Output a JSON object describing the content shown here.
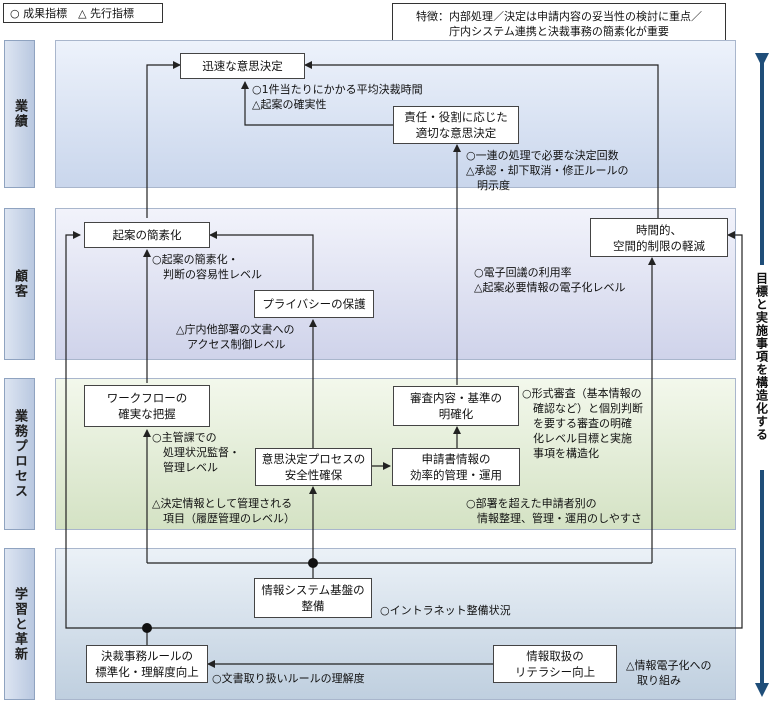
{
  "legend": "○ 成果指標　△ 先行指標",
  "feature": {
    "line1": "特徴：内部処理／決定は申請内容の妥当性の検討に重点／",
    "line2": "庁内システム連携と決裁事務の簡素化が重要"
  },
  "perspectives": [
    "業績",
    "顧客",
    "業務プロセス",
    "学習と革新"
  ],
  "side_label": "目標と実施事項を構造化する",
  "nodes": {
    "rapid_decision": "迅速な意思決定",
    "responsible_decision": "責任・役割に応じた\n適切な意思決定",
    "simplify_drafting": "起案の簡素化",
    "time_space": "時間的、\n空間的制限の軽減",
    "privacy": "プライバシーの保護",
    "workflow": "ワークフローの\n確実な把握",
    "review_clarify": "審査内容・基準の\n明確化",
    "decision_process": "意思決定プロセスの\n安全性確保",
    "application_info": "申請書情報の\n効率的管理・運用",
    "info_system": "情報システム基盤の\n整備",
    "decision_rules": "決裁事務ルールの\n標準化・理解度向上",
    "info_literacy": "情報取扱の\nリテラシー向上"
  },
  "annotations": {
    "a1": "○1件当たりにかかる平均決裁時間\n△起案の確実性",
    "a2": "○一連の処理で必要な決定回数\n△承認・却下取消・修正ルールの\n　明示度",
    "a3": "○起案の簡素化・\n　判断の容易性レベル",
    "a4": "○電子回議の利用率\n△起案必要情報の電子化レベル",
    "a5": "△庁内他部署の文書への\n　アクセス制御レベル",
    "a6": "○主管課での\n　処理状況監督・\n　管理レベル",
    "a7": "○形式審査（基本情報の\n　確認など）と個別判断\n　を要する審査の明確\n　化レベル目標と実施\n　事項を構造化",
    "a8": "△決定情報として管理される\n　項目（履歴管理のレベル）",
    "a9": "○部署を超えた申請者別の\n　情報整理、管理・運用のしやすさ",
    "a10": "○イントラネット整備状況",
    "a11": "○文書取り扱いルールの理解度",
    "a12": "△情報電子化への\n　取り組み"
  },
  "colors": {
    "arrow": "#1f4e79",
    "line": "#222222"
  }
}
